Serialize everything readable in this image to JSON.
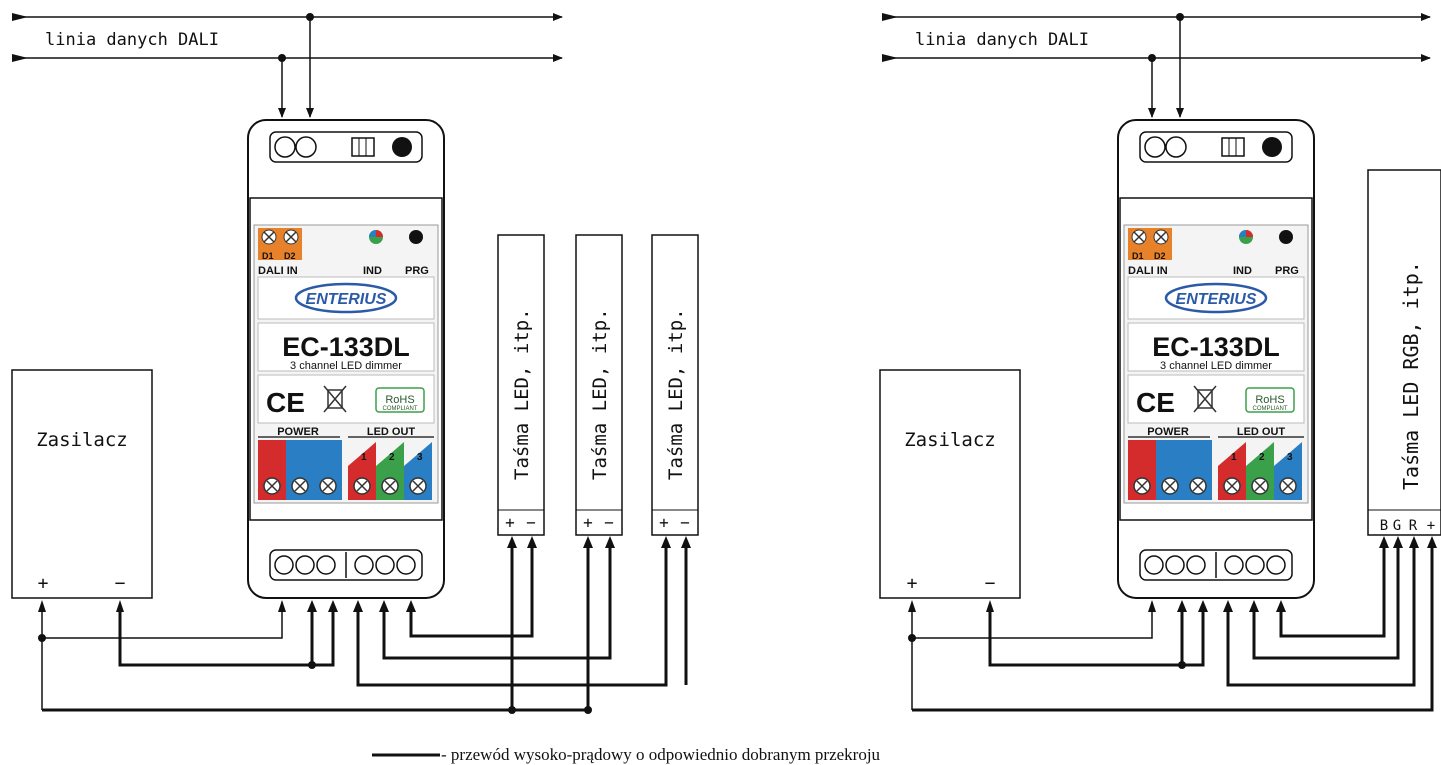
{
  "dali_label": "linia danych DALI",
  "power_supply_label": "Zasilacz",
  "plus": "+",
  "minus": "−",
  "led_strip_label": "Taśma LED, itp.",
  "rgb_strip_label": "Taśma LED RGB, itp.",
  "rgb_terminals": [
    "B",
    "G",
    "R",
    "+"
  ],
  "device": {
    "terminal_d1": "D1",
    "terminal_d2": "D2",
    "dali_in": "DALI IN",
    "ind": "IND",
    "prg": "PRG",
    "brand": "ENTERIUS",
    "model": "EC-133DL",
    "description": "3 channel LED dimmer",
    "ce": "CE",
    "rohs": "RoHS",
    "rohs_sub": "COMPLIANT",
    "power": "POWER",
    "led_out": "LED OUT",
    "out_numbers": [
      "1",
      "2",
      "3"
    ]
  },
  "legend": "- przewód wysoko-prądowy o odpowiednio dobranym przekroju",
  "colors": {
    "orange": "#e8822a",
    "red": "#d42c2c",
    "blue": "#2a7fc4",
    "green": "#3aa04a",
    "line": "#111111"
  }
}
